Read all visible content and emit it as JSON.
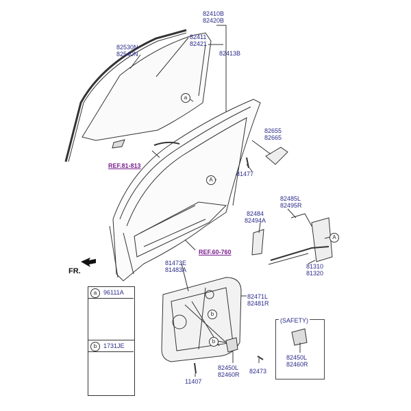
{
  "labels": {
    "p82410B": "82410B",
    "p82420B": "82420B",
    "p82411": "82411",
    "p82421": "82421",
    "p82413B": "82413B",
    "p82530N": "82530N",
    "p82540N": "82540N",
    "p82655": "82655",
    "p82665": "82665",
    "p81477": "81477",
    "p82485L": "82485L",
    "p82495R": "82495R",
    "p82484": "82484",
    "p82494A": "82494A",
    "p81310": "81310",
    "p81320": "81320",
    "p81473E": "81473E",
    "p81483A": "81483A",
    "p82471L": "82471L",
    "p82481R": "82481R",
    "p82450L_a": "82450L",
    "p82460R_a": "82460R",
    "p82473": "82473",
    "p11407": "11407",
    "p82450L_b": "82450L",
    "p82460R_b": "82460R",
    "p96111A": "96111A",
    "p1731JE": "1731JE"
  },
  "refs": {
    "ref1": "REF.81-813",
    "ref2": "REF.60-760"
  },
  "callouts": {
    "a": "a",
    "b": "b",
    "A": "A"
  },
  "front_marker": "FR.",
  "safety_label": "(SAFETY)",
  "colors": {
    "line": "#333333",
    "label": "#2a2a8a",
    "ref": "#7a1f8f"
  }
}
